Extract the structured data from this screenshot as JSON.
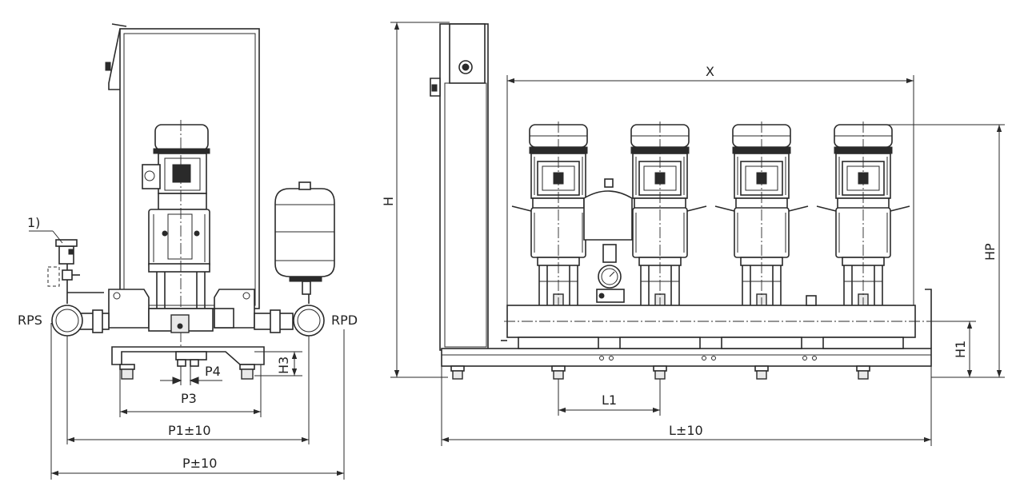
{
  "labels": {
    "footnote": "1)",
    "rps": "RPS",
    "rpd": "RPD",
    "p3": "P3",
    "p4": "P4",
    "h3": "H3",
    "p1": "P1±10",
    "p": "P±10",
    "h": "H",
    "x": "X",
    "hp": "HP",
    "h1": "H1",
    "l1": "L1",
    "l": "L±10"
  }
}
